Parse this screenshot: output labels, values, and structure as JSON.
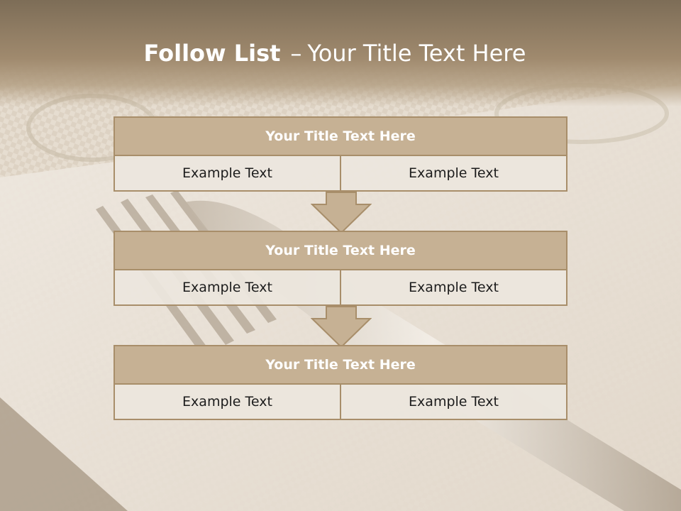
{
  "slide": {
    "title_bold": "Follow List",
    "title_dash": "–",
    "title_rest": "Your Title Text Here"
  },
  "blocks": [
    {
      "title": "Your Title Text Here",
      "cells": [
        "Example Text",
        "Example Text"
      ]
    },
    {
      "title": "Your Title Text Here",
      "cells": [
        "Example Text",
        "Example Text"
      ]
    },
    {
      "title": "Your Title Text Here",
      "cells": [
        "Example Text",
        "Example Text"
      ]
    }
  ],
  "colors": {
    "header": "#8a7860",
    "block_title": "#c6b194",
    "block_border": "#a88e6a",
    "cell_bg": "#ece6de",
    "arrow": "#c6b194"
  },
  "icons": {
    "connector": "down-arrow-icon"
  }
}
